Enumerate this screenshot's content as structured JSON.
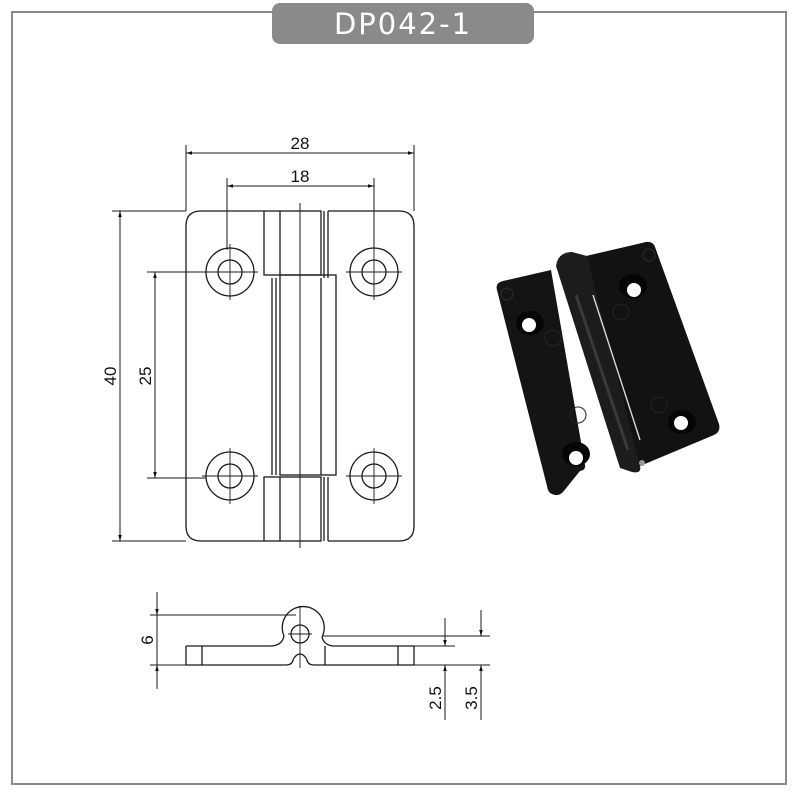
{
  "header": {
    "model_code": "DP042-1"
  },
  "front_view": {
    "dimensions": {
      "overall_width": "28",
      "hole_spacing_horizontal": "18",
      "overall_height": "40",
      "hole_spacing_vertical": "25"
    }
  },
  "side_view": {
    "dimensions": {
      "knuckle_height": "6",
      "leaf_thickness": "2.5",
      "offset_height": "3.5"
    }
  },
  "product_photo": {
    "description": "black plastic hinge",
    "colors": {
      "body": "#141414",
      "highlight": "#3a3a3a"
    }
  },
  "colors": {
    "frame": "#8a8a8a",
    "badge_bg": "#8a8a8a",
    "badge_text": "#ffffff",
    "line": "#1a1a1a"
  }
}
